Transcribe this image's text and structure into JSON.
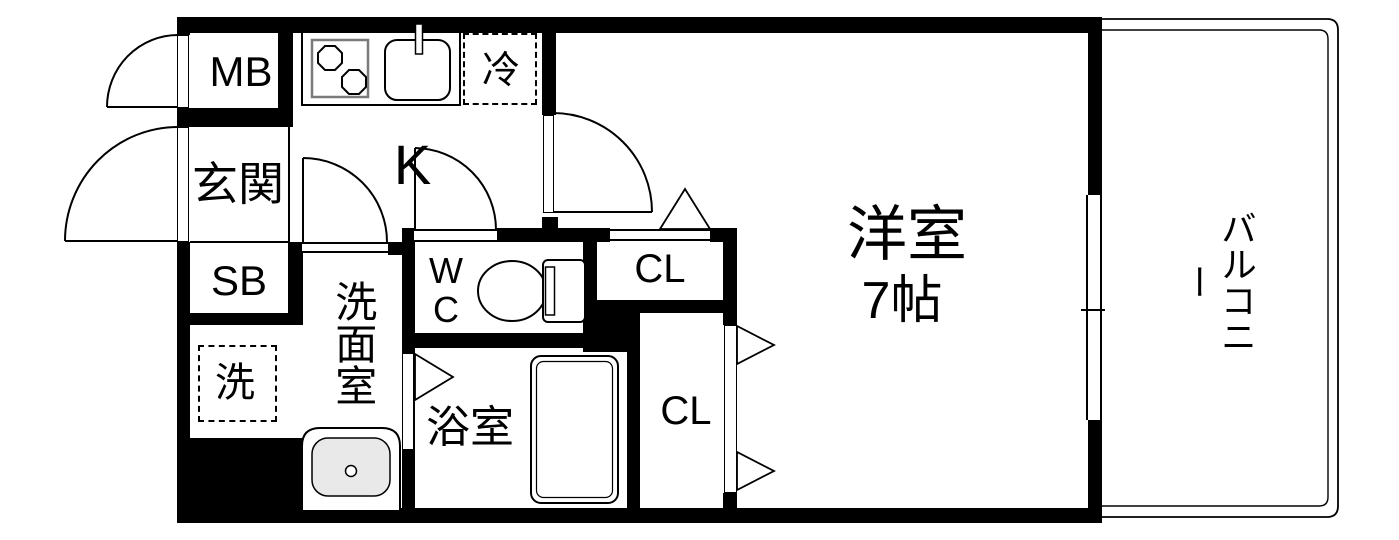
{
  "floorplan": {
    "colors": {
      "wall": "#000000",
      "background": "#ffffff",
      "basin_fill": "#e9e9e9"
    },
    "rooms": {
      "meter_box": {
        "label": "MB"
      },
      "entrance": {
        "label": "玄関"
      },
      "shoe_box": {
        "label": "SB"
      },
      "kitchen": {
        "label": "K"
      },
      "refrigerator_space": {
        "label": "冷"
      },
      "washer_space": {
        "label": "洗"
      },
      "washroom": {
        "label": "洗面室"
      },
      "toilet": {
        "label": "W\nC"
      },
      "bathroom": {
        "label": "浴室"
      },
      "closet_upper": {
        "label": "CL"
      },
      "closet_lower": {
        "label": "CL"
      },
      "western_room": {
        "label": "洋室",
        "size": "7帖"
      },
      "balcony": {
        "label": "バルコニー"
      }
    },
    "icons": {
      "stove": "stove-burners-icon",
      "sink": "kitchen-sink-icon",
      "toilet": "toilet-icon",
      "bathtub": "bathtub-icon",
      "washbasin": "washbasin-icon"
    }
  }
}
